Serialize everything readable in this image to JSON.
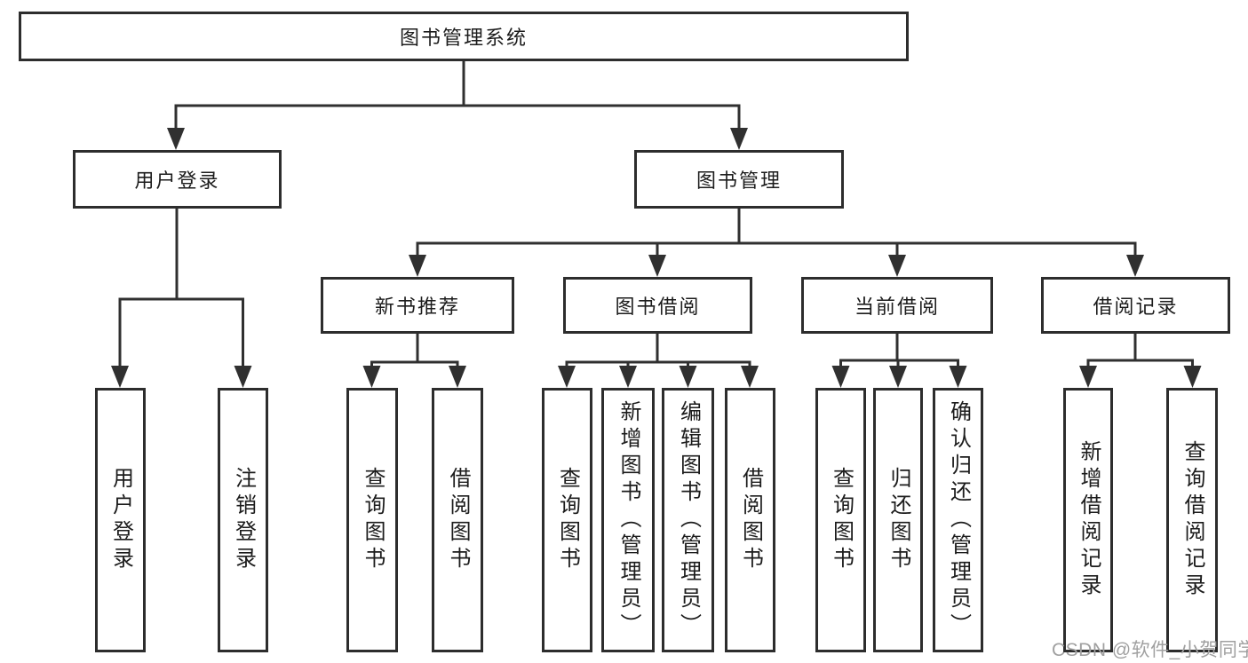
{
  "tree": {
    "root": "图书管理系统",
    "branches": [
      {
        "label": "用户登录",
        "children": [
          "用户登录",
          "注销登录"
        ]
      },
      {
        "label": "图书管理",
        "sections": [
          {
            "label": "新书推荐",
            "children": [
              "查询图书",
              "借阅图书"
            ]
          },
          {
            "label": "图书借阅",
            "children": [
              "查询图书",
              "新增图书（管理员）",
              "编辑图书（管理员）",
              "借阅图书"
            ]
          },
          {
            "label": "当前借阅",
            "children": [
              "查询图书",
              "归还图书",
              "确认归还（管理员）"
            ]
          },
          {
            "label": "借阅记录",
            "children": [
              "新增借阅记录",
              "查询借阅记录"
            ]
          }
        ]
      }
    ]
  },
  "watermark": "CSDN @软件_小贺同学",
  "colors": {
    "line": "#303030",
    "border": "#2d2d2d",
    "text": "#1c1c1c",
    "watermark_text": "#a0a0a0",
    "background": "#ffffff"
  }
}
